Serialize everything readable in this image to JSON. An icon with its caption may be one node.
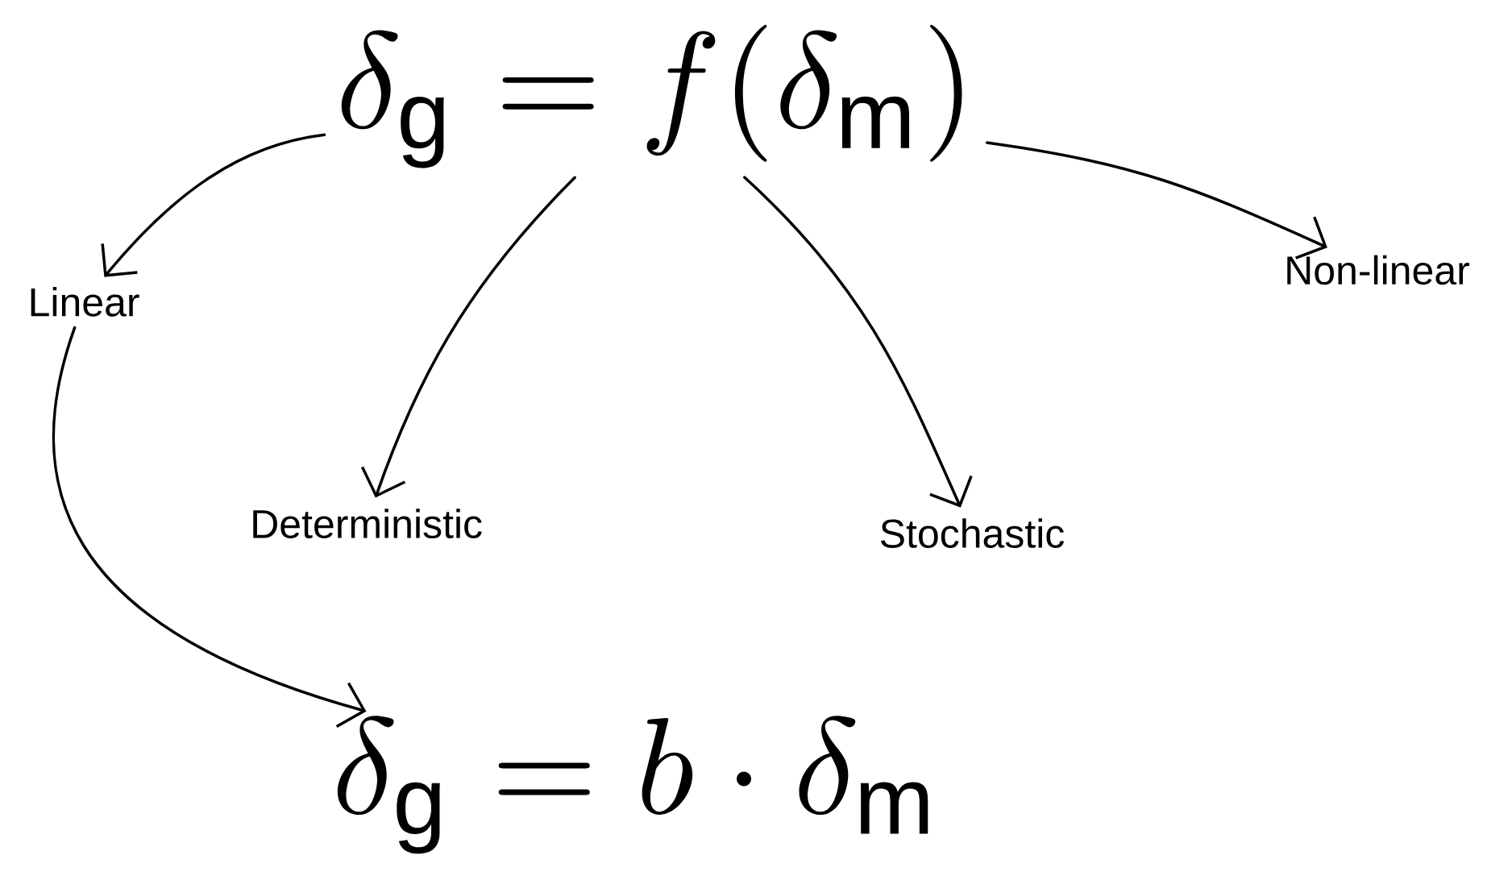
{
  "diagram": {
    "nodes": [
      {
        "text": [
          "\\delta_{\\mathrm{g}} = f(\\delta_{\\mathrm{m}})"
        ]
      },
      {
        "text": [
          "Linear"
        ]
      },
      {
        "text": [
          "Deterministic"
        ]
      },
      {
        "text": [
          "Stochastic"
        ]
      },
      {
        "text": [
          "Non-linear"
        ]
      },
      {
        "text": [
          "\\delta_{\\mathrm{g}} = b \\cdot \\delta_{\\mathrm{m}}"
        ]
      }
    ],
    "edges": [
      {
        "from": 0,
        "to": 1,
        "arrow": "to"
      },
      {
        "from": 0,
        "to": 2,
        "arrow": "to"
      },
      {
        "from": 0,
        "to": 3,
        "arrow": "to"
      },
      {
        "from": 0,
        "to": 4,
        "arrow": "to"
      },
      {
        "from": 1,
        "to": 5,
        "arrow": "to"
      }
    ]
  }
}
